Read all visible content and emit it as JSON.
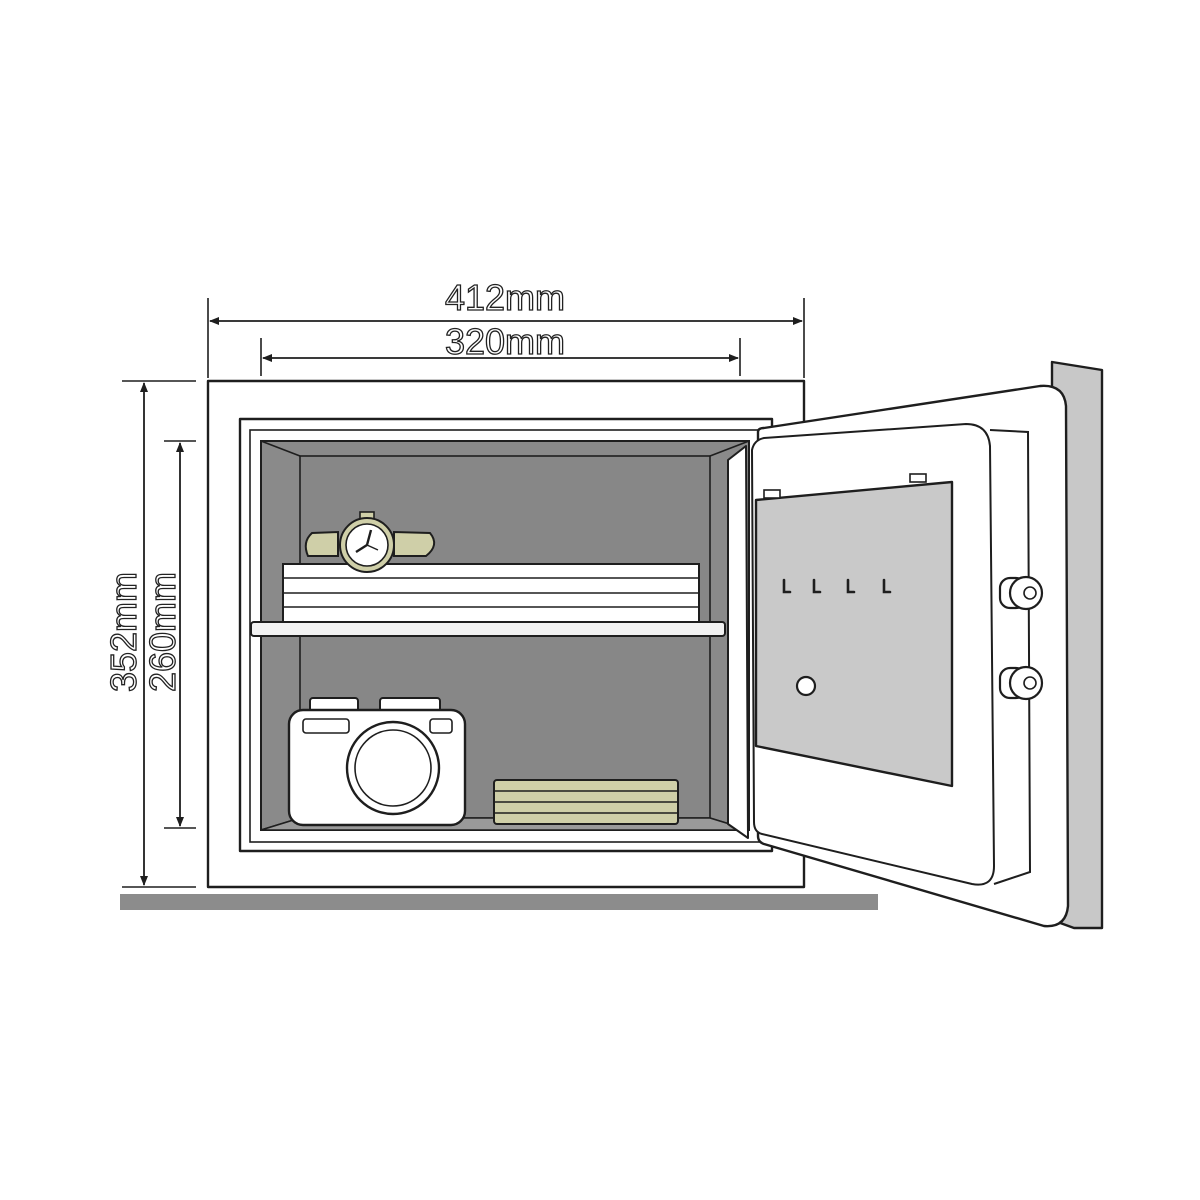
{
  "dimensions": {
    "outer_width": "412mm",
    "inner_width": "320mm",
    "outer_height": "352mm",
    "inner_height": "260mm"
  },
  "colors": {
    "interior": "#8a8a8a",
    "interior_dark": "#7a7a7a",
    "door_plate": "#c9c9c9",
    "floor": "#8c8c8c",
    "item_tan": "#cfcfa8",
    "outline": "#1e1e1e"
  },
  "icons": {
    "watch": "wristwatch-icon",
    "camera": "camera-icon",
    "documents": "paper-stack-icon",
    "cash": "banknote-stack-icon",
    "key_hooks": "key-hook-icon",
    "dial": "knob-icon",
    "keyhole": "keyhole-icon"
  }
}
